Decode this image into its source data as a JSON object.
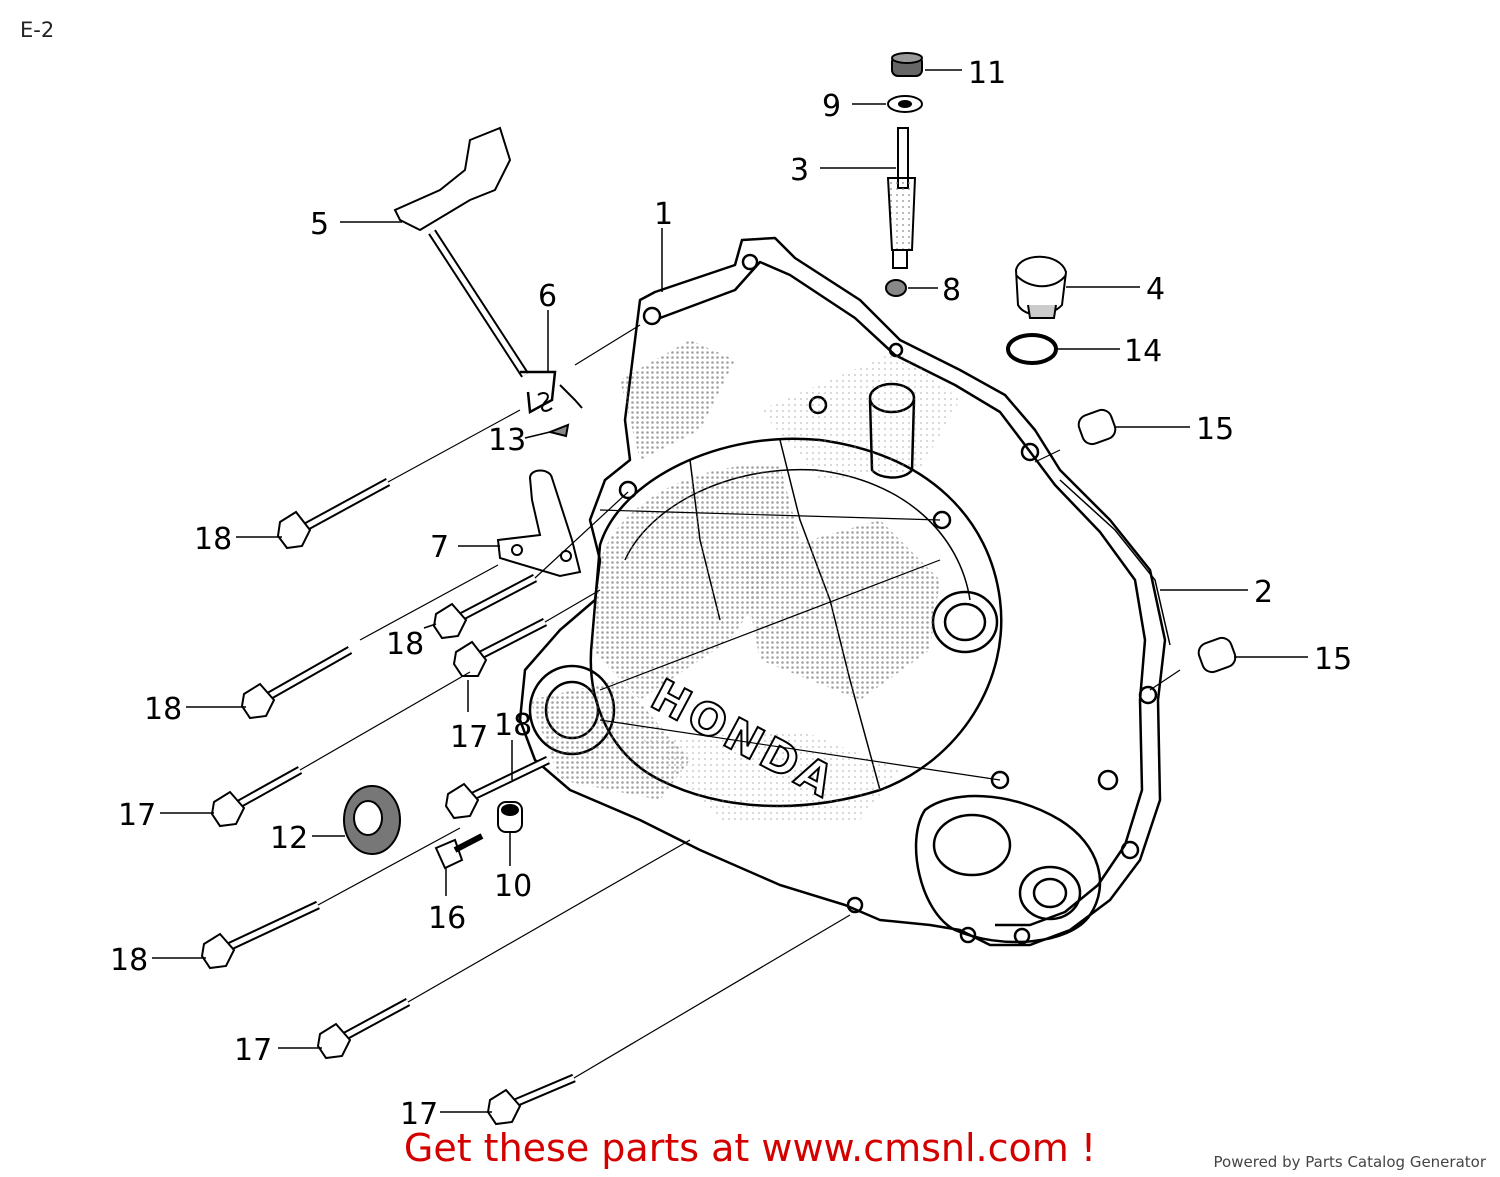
{
  "page_code": "E-2",
  "callouts": [
    {
      "id": "11",
      "label": "11"
    },
    {
      "id": "9",
      "label": "9"
    },
    {
      "id": "3",
      "label": "3"
    },
    {
      "id": "5",
      "label": "5"
    },
    {
      "id": "1",
      "label": "1"
    },
    {
      "id": "6",
      "label": "6"
    },
    {
      "id": "8",
      "label": "8"
    },
    {
      "id": "4",
      "label": "4"
    },
    {
      "id": "14",
      "label": "14"
    },
    {
      "id": "15a",
      "label": "15"
    },
    {
      "id": "13",
      "label": "13"
    },
    {
      "id": "18a",
      "label": "18"
    },
    {
      "id": "7",
      "label": "7"
    },
    {
      "id": "2",
      "label": "2"
    },
    {
      "id": "18b",
      "label": "18"
    },
    {
      "id": "15b",
      "label": "15"
    },
    {
      "id": "18c",
      "label": "18"
    },
    {
      "id": "17a",
      "label": "17"
    },
    {
      "id": "18d",
      "label": "18"
    },
    {
      "id": "17b",
      "label": "17"
    },
    {
      "id": "12",
      "label": "12"
    },
    {
      "id": "10",
      "label": "10"
    },
    {
      "id": "16",
      "label": "16"
    },
    {
      "id": "18e",
      "label": "18"
    },
    {
      "id": "17c",
      "label": "17"
    },
    {
      "id": "17d",
      "label": "17"
    }
  ],
  "cover_logo_text": "HONDA",
  "promo_text": "Get these parts at www.cmsnl.com !",
  "footer_text": "Powered by Parts Catalog Generator",
  "colors": {
    "promo": "#d40000",
    "lines": "#000000",
    "shading": "#9a9a9a"
  }
}
